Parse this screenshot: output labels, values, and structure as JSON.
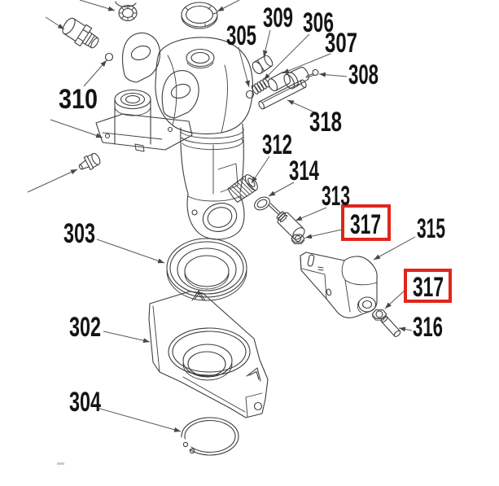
{
  "page": {
    "background": "#ffffff"
  },
  "diagram": {
    "type": "exploded-parts-diagram",
    "subject": "pump head assembly exploded view with numbered callouts",
    "line_color": "#3d3d3d",
    "label_color": "#141414",
    "highlight_color": "#e1251b",
    "labels": {
      "p302": "302",
      "p303": "303",
      "p304": "304",
      "p305": "305",
      "p306": "306",
      "p307": "307",
      "p308": "308",
      "p309": "309",
      "p310": "310",
      "p312": "312",
      "p313": "313",
      "p314": "314",
      "p315": "315",
      "p316": "316",
      "p317_upper": "317",
      "p317_lower": "317",
      "p318": "318"
    },
    "highlighted": [
      "317",
      "317"
    ]
  }
}
